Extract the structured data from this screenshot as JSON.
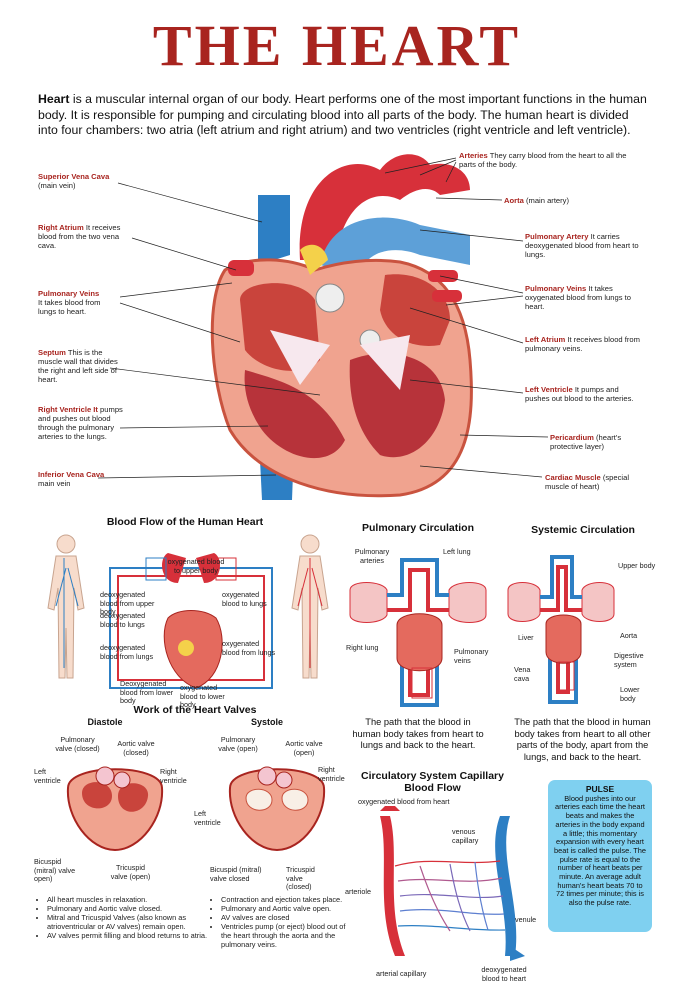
{
  "title": "THE HEART",
  "intro": {
    "lead": "Heart",
    "text": " is a muscular internal organ of our body. Heart performs one of the most important functions in the human body. It is responsible for pumping and circulating blood into all parts of the body. The human heart is divided into four chambers: two atria (left atrium and right atrium) and two ventricles (right ventricle and left ventricle)."
  },
  "left_labels": [
    {
      "term": "Superior Vena Cava",
      "desc": "(main vein)"
    },
    {
      "term": "Right Atrium",
      "desc": "It receives blood from the two vena cava."
    },
    {
      "term": "Pulmonary Veins",
      "desc": "It takes blood from lungs to heart."
    },
    {
      "term": "Septum",
      "desc": "This is the muscle wall that divides the right and left side of heart."
    },
    {
      "term": "Right Ventricle It",
      "desc": "pumps and pushes out blood through the pulmonary arteries to the lungs."
    },
    {
      "term": "Inferior Vena Cava",
      "desc": "main vein"
    }
  ],
  "right_labels": [
    {
      "term": "Arteries",
      "desc": "They carry blood from the heart to all the parts of the body."
    },
    {
      "term": "Aorta",
      "desc": "(main artery)"
    },
    {
      "term": "Pulmonary Artery",
      "desc": "It carries deoxygenated blood from heart to lungs."
    },
    {
      "term": "Pulmonary Veins",
      "desc": "It takes oxygenated blood from lungs to heart."
    },
    {
      "term": "Left Atrium",
      "desc": "It receives blood from pulmonary veins."
    },
    {
      "term": "Left Ventricle",
      "desc": "It pumps and pushes out blood to the arteries."
    },
    {
      "term": "Pericardium",
      "desc": "(heart's protective layer)"
    },
    {
      "term": "Cardiac Muscle",
      "desc": "(special muscle of heart)"
    }
  ],
  "blood_flow": {
    "title": "Blood Flow of the Human Heart",
    "labels": [
      "oxygenated blood to upper body",
      "deoxygenated blood from upper body",
      "oxygenated blood to lungs",
      "deoxygenated blood to lungs",
      "oxygenated blood from lungs",
      "deoxygenated blood from lungs",
      "Deoxygenated blood from lower body",
      "oxygenated blood to lower body"
    ]
  },
  "pulmonary": {
    "title": "Pulmonary Circulation",
    "labels": {
      "arteries": "Pulmonary arteries",
      "left_lung": "Left lung",
      "right_lung": "Right lung",
      "veins": "Pulmonary veins"
    },
    "caption": "The path that the blood in human body takes from heart to lungs and back to the heart."
  },
  "systemic": {
    "title": "Systemic Circulation",
    "labels": {
      "upper": "Upper body",
      "aorta": "Aorta",
      "liver": "Liver",
      "digestive": "Digestive system",
      "vena": "Vena cava",
      "lower": "Lower body"
    },
    "caption": "The path that the blood in human body takes from heart to all other parts of the body, apart from the lungs, and back to the heart."
  },
  "valves": {
    "title": "Work of the Heart Valves",
    "diastole": {
      "title": "Diastole",
      "labels": {
        "pulm": "Pulmonary valve (closed)",
        "aortic": "Aortic valve (closed)",
        "leftv": "Left ventricle",
        "rightv": "Right ventricle",
        "bicuspid": "Bicuspid (mitral) valve open)",
        "tricuspid": "Tricuspid valve (open)"
      },
      "bullets": [
        "All heart muscles in relaxation.",
        "Pulmonary and Aortic valve closed.",
        "Mitral and Tricuspid Valves (also known as atrioventricular or AV valves) remain open.",
        "AV valves permit filling and blood returns to atria."
      ]
    },
    "systole": {
      "title": "Systole",
      "labels": {
        "pulm": "Pulmonary valve (open)",
        "aortic": "Aortic valve (open)",
        "rightv": "Right ventricle",
        "leftv": "Left ventricle",
        "bicuspid": "Bicuspid (mitral) valve closed",
        "tricuspid": "Tricuspid valve (closed)"
      },
      "bullets": [
        "Contraction and ejection takes place.",
        "Pulmonary and Aortic valve open.",
        "AV valves are closed",
        "Ventricles pump (or eject) blood out of the heart through the aorta and the pulmonary veins."
      ]
    }
  },
  "capillary": {
    "title": "Circulatory System Capillary Blood Flow",
    "labels": {
      "oxy": "oxygenated blood from heart",
      "venous": "venous capillary",
      "arteriole": "arteriole",
      "venule": "venule",
      "arterial": "arterial capillary",
      "deoxy": "deoxygenated blood to heart"
    }
  },
  "pulse": {
    "title": "PULSE",
    "text": "Blood pushes into our arteries each time the heart beats and makes the arteries in the body expand a little; this momentary expansion with every heart beat is called the pulse. The pulse rate is equal to the number of heart beats per minute. An average adult human's heart beats 70 to 72 times per minute; this is also the pulse rate."
  },
  "colors": {
    "title": "#a8241f",
    "artery": "#d7303a",
    "vein": "#2d7fc4",
    "muscle": "#f0a38f",
    "pulse_box": "#7fd0f0"
  }
}
